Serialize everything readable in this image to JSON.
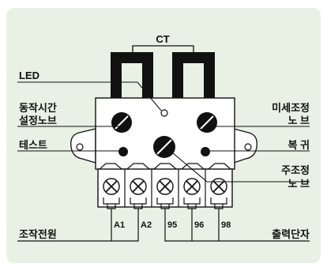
{
  "colors": {
    "panel": "#e8f1e3",
    "ink": "#111111",
    "body": "#ffffff"
  },
  "labels": {
    "ct": "CT",
    "led": "LED",
    "time_knob_1": "동작시간",
    "time_knob_2": "설정노브",
    "test": "테스트",
    "fine_1": "미세조정",
    "fine_2": "노  브",
    "reset": "복  귀",
    "main_1": "주조정",
    "main_2": "노  브",
    "power": "조작전원",
    "output": "출력단자"
  },
  "terminals": [
    "A1",
    "A2",
    "95",
    "96",
    "98"
  ]
}
